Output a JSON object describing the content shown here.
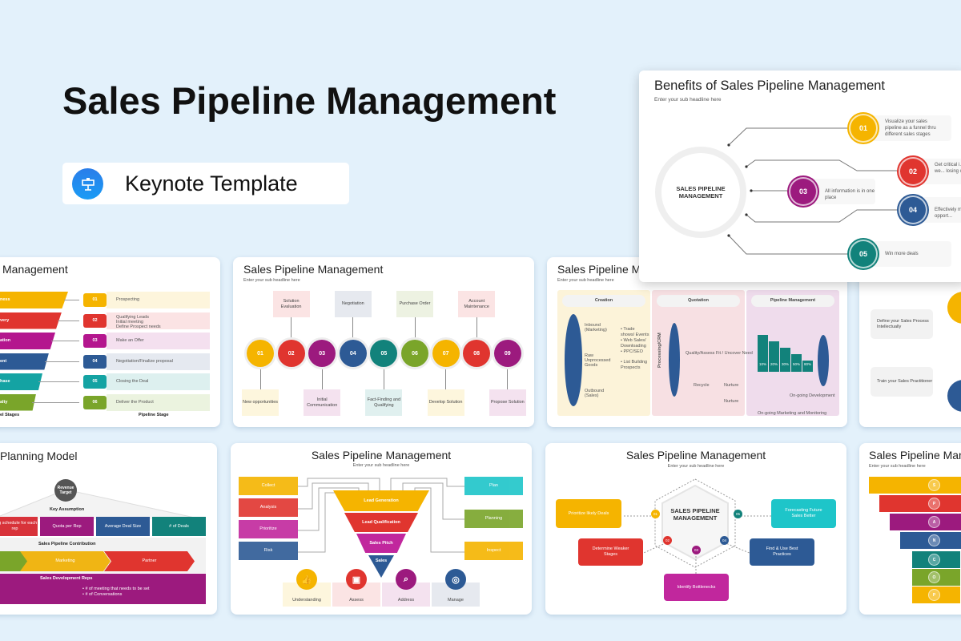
{
  "hero": {
    "title": "Sales Pipeline Management",
    "badge": "Keynote Template",
    "badge_icon": "keynote-podium-icon"
  },
  "colors": {
    "yellow": "#f5b400",
    "red": "#e0352f",
    "purple": "#9c1a7e",
    "blue": "#2d5a95",
    "teal": "#12827b",
    "green": "#7aa52a",
    "cyan": "#1ec5c9",
    "magenta": "#c1279d",
    "background": "#e3f1fb"
  },
  "benefits": {
    "title": "Benefits of Sales Pipeline Management",
    "sub": "Enter your sub headline here",
    "center": "SALES PIPELINE MANAGEMENT",
    "items": [
      {
        "num": "01",
        "text": "Visualize your sales pipeline as a funnel thru different sales stages"
      },
      {
        "num": "02",
        "text": "Get critical i... and why we... losing oppo..."
      },
      {
        "num": "03",
        "text": "All information is in one place"
      },
      {
        "num": "04",
        "text": "Effectively m... your opport..."
      },
      {
        "num": "05",
        "text": "Win more deals"
      }
    ]
  },
  "funnel_stages": {
    "title": "Management",
    "stages": [
      "ness",
      "very",
      "ation",
      "ent",
      "hase",
      "alty"
    ],
    "rows": [
      {
        "num": "01",
        "items": [
          "Prospecting"
        ]
      },
      {
        "num": "02",
        "items": [
          "Qualifying Leads",
          "Initial meeting",
          "Define Prospect needs"
        ]
      },
      {
        "num": "03",
        "items": [
          "Make an Offer"
        ]
      },
      {
        "num": "04",
        "items": [
          "Negotiation/Finalize proposal"
        ]
      },
      {
        "num": "05",
        "items": [
          "Closing the Deal"
        ]
      },
      {
        "num": "06",
        "items": [
          "Deliver the Product"
        ]
      }
    ],
    "footer_left": "el Stages",
    "footer_right": "Pipeline Stage"
  },
  "timeline": {
    "title": "Sales Pipeline Management",
    "sub": "Enter your sub headline here",
    "nums": [
      "01",
      "02",
      "03",
      "04",
      "05",
      "06",
      "07",
      "08",
      "09"
    ],
    "top": [
      "Solution Evaluation",
      "Negotiation",
      "Purchase Order",
      "Account Maintenance"
    ],
    "bottom": [
      "New opportunities",
      "Initial Communication",
      "Fact-Finding and Qualifying",
      "Develop Solution",
      "Propose Solution"
    ]
  },
  "process": {
    "title": "Sales Pipeline M",
    "sub": "Enter your sub headline here",
    "columns": [
      "Creation",
      "Quotation",
      "Pipeline Management"
    ],
    "inbound": "Inbound (Marketing)",
    "raw": "Raw Unprocessed Goods",
    "outbound": "Outbound (Sales)",
    "channels": [
      "Trade shows/ Events",
      "Web Sales/ Downloading",
      "PPC/SEO",
      "List Building Prospects"
    ],
    "crm": "Processing/CRM",
    "qualify": "Quality/Assess Fit / Uncover Need",
    "recycle": "Recycle",
    "nurture": "Nurture",
    "nurture2": "Nurture",
    "percents": [
      "10%",
      "20%",
      "30%",
      "50%",
      "80%"
    ],
    "ongoing_dev": "On-going Development",
    "ongoing_mkt": "On-going Marketing and Monitoring"
  },
  "practice": {
    "items": [
      "Define your Sales Process Intellectually",
      "Train your Sales Practitioner"
    ]
  },
  "planning": {
    "title": "Planning Model",
    "target": "Revenue Target",
    "key": "Key Assumption",
    "assumptions": [
      "ping schedule for each rep",
      "Quota per Rep",
      "Average Deal Size",
      "# of Deals"
    ],
    "contribution": "Sales Pipeline Contribution",
    "channels": [
      "",
      "Marketing",
      "Partner"
    ],
    "sdr": "Sales Development Reps",
    "sdr_items": [
      "# of meeting that needs to be set",
      "# of Conversations"
    ]
  },
  "funnel": {
    "title": "Sales Pipeline Management",
    "sub": "Enter your sub headline here",
    "left": [
      "Collect",
      "Analysis",
      "Prioritize",
      "Risk"
    ],
    "right": [
      "Plan",
      "Planning",
      "Inspect"
    ],
    "layers": [
      "Lead Generation",
      "Lead Qualification",
      "Sales Pitch",
      "Sales"
    ],
    "bottom": [
      {
        "label": "Understanding",
        "icon": "thumbs-up-icon"
      },
      {
        "label": "Assess",
        "icon": "presenter-icon"
      },
      {
        "label": "Address",
        "icon": "magnify-chart-icon"
      },
      {
        "label": "Manage",
        "icon": "target-icon"
      }
    ]
  },
  "hexagon": {
    "title": "Sales Pipeline Management",
    "sub": "Enter your sub headline here",
    "center": "SALES PIPELINE MANAGEMENT",
    "nums": [
      "01",
      "02",
      "03",
      "04",
      "05"
    ],
    "items": [
      "Prioritize likely Deals",
      "Determine Weaker Stages",
      "Identify Bottlenecks",
      "Find & Use Best Practices",
      "Forecasting Future Sales Better"
    ]
  },
  "spancop": {
    "title": "Sales Pipeline Man",
    "sub": "Enter your sub headline here",
    "letters": [
      "S",
      "P",
      "A",
      "N",
      "C",
      "O",
      "P"
    ]
  }
}
